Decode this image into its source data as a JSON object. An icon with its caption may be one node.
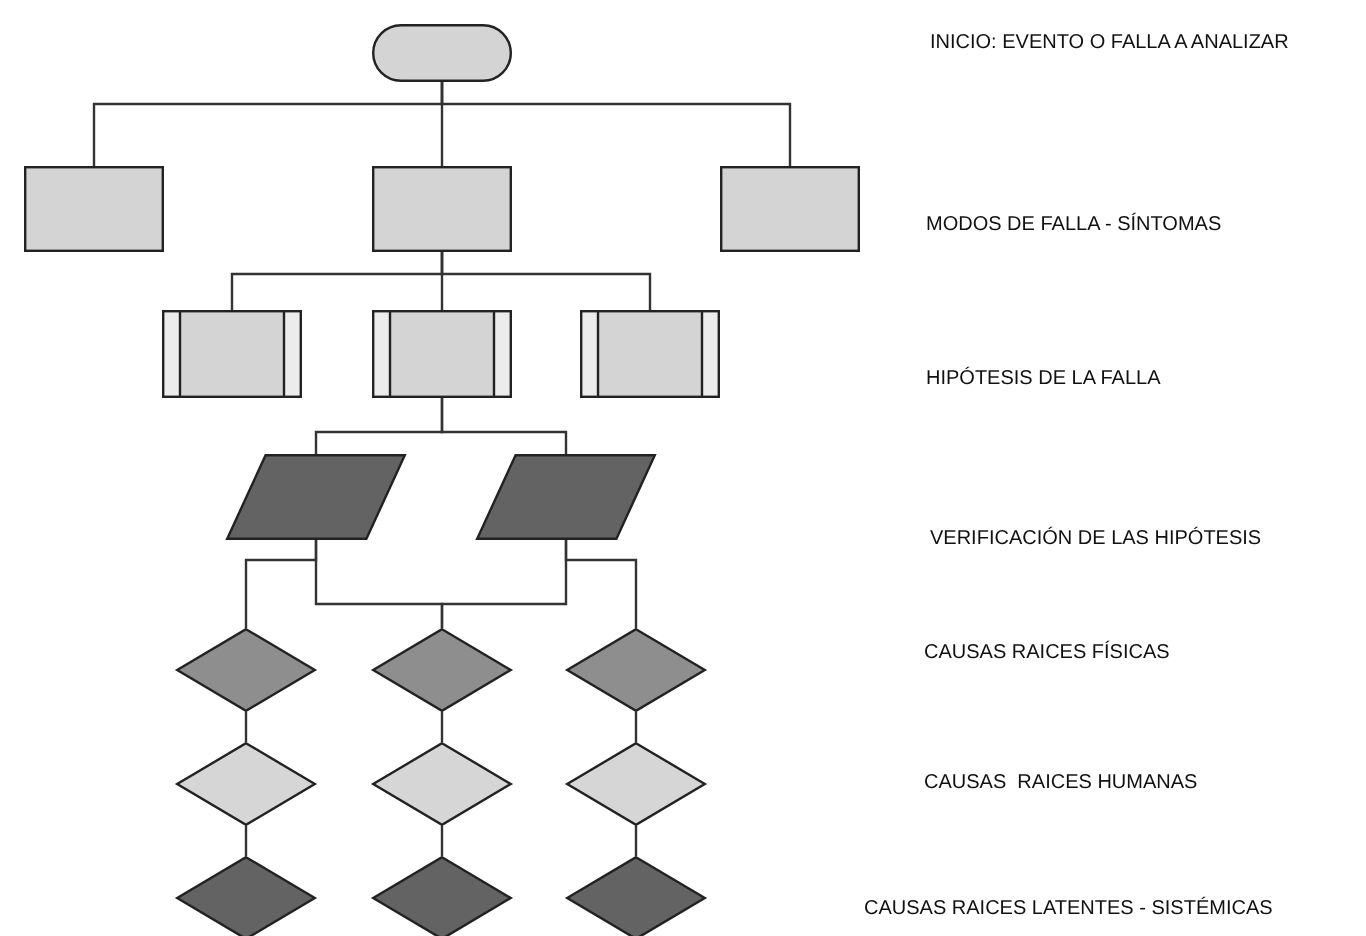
{
  "diagram": {
    "nodes": [
      {
        "text": [],
        "shape": "terminator"
      },
      {
        "text": [],
        "shape": "box"
      },
      {
        "text": [],
        "shape": "box"
      },
      {
        "text": [],
        "shape": "box"
      },
      {
        "text": [],
        "shape": "subroutine"
      },
      {
        "text": [],
        "shape": "subroutine"
      },
      {
        "text": [],
        "shape": "subroutine"
      },
      {
        "text": [],
        "shape": "parallelogram"
      },
      {
        "text": [],
        "shape": "parallelogram"
      },
      {
        "text": [],
        "shape": "diamond"
      },
      {
        "text": [],
        "shape": "diamond"
      },
      {
        "text": [],
        "shape": "diamond"
      },
      {
        "text": [],
        "shape": "diamond"
      },
      {
        "text": [],
        "shape": "diamond"
      },
      {
        "text": [],
        "shape": "diamond"
      },
      {
        "text": [],
        "shape": "diamond"
      },
      {
        "text": [],
        "shape": "diamond"
      },
      {
        "text": [],
        "shape": "diamond"
      }
    ],
    "edges": [
      {
        "from": 0,
        "to": 1,
        "arrow": "none"
      },
      {
        "from": 0,
        "to": 2,
        "arrow": "none"
      },
      {
        "from": 0,
        "to": 3,
        "arrow": "none"
      },
      {
        "from": 2,
        "to": 4,
        "arrow": "none"
      },
      {
        "from": 2,
        "to": 5,
        "arrow": "none"
      },
      {
        "from": 2,
        "to": 6,
        "arrow": "none"
      },
      {
        "from": 5,
        "to": 7,
        "arrow": "none"
      },
      {
        "from": 5,
        "to": 8,
        "arrow": "none"
      },
      {
        "from": 7,
        "to": 9,
        "arrow": "none"
      },
      {
        "from": 7,
        "to": 10,
        "arrow": "none"
      },
      {
        "from": 8,
        "to": 10,
        "arrow": "none"
      },
      {
        "from": 8,
        "to": 11,
        "arrow": "none"
      },
      {
        "from": 9,
        "to": 12,
        "arrow": "none"
      },
      {
        "from": 10,
        "to": 13,
        "arrow": "none"
      },
      {
        "from": 11,
        "to": 14,
        "arrow": "none"
      },
      {
        "from": 12,
        "to": 15,
        "arrow": "none"
      },
      {
        "from": 13,
        "to": 16,
        "arrow": "none"
      },
      {
        "from": 14,
        "to": 17,
        "arrow": "none"
      }
    ],
    "labels": [
      "INICIO: EVENTO O FALLA A ANALIZAR",
      "MODOS DE FALLA - SÍNTOMAS",
      "HIPÓTESIS DE LA FALLA",
      "VERIFICACIÓN DE LAS HIPÓTESIS",
      "CAUSAS RAICES FÍSICAS",
      "CAUSAS  RAICES HUMANAS",
      "CAUSAS RAICES LATENTES - SISTÉMICAS"
    ]
  }
}
